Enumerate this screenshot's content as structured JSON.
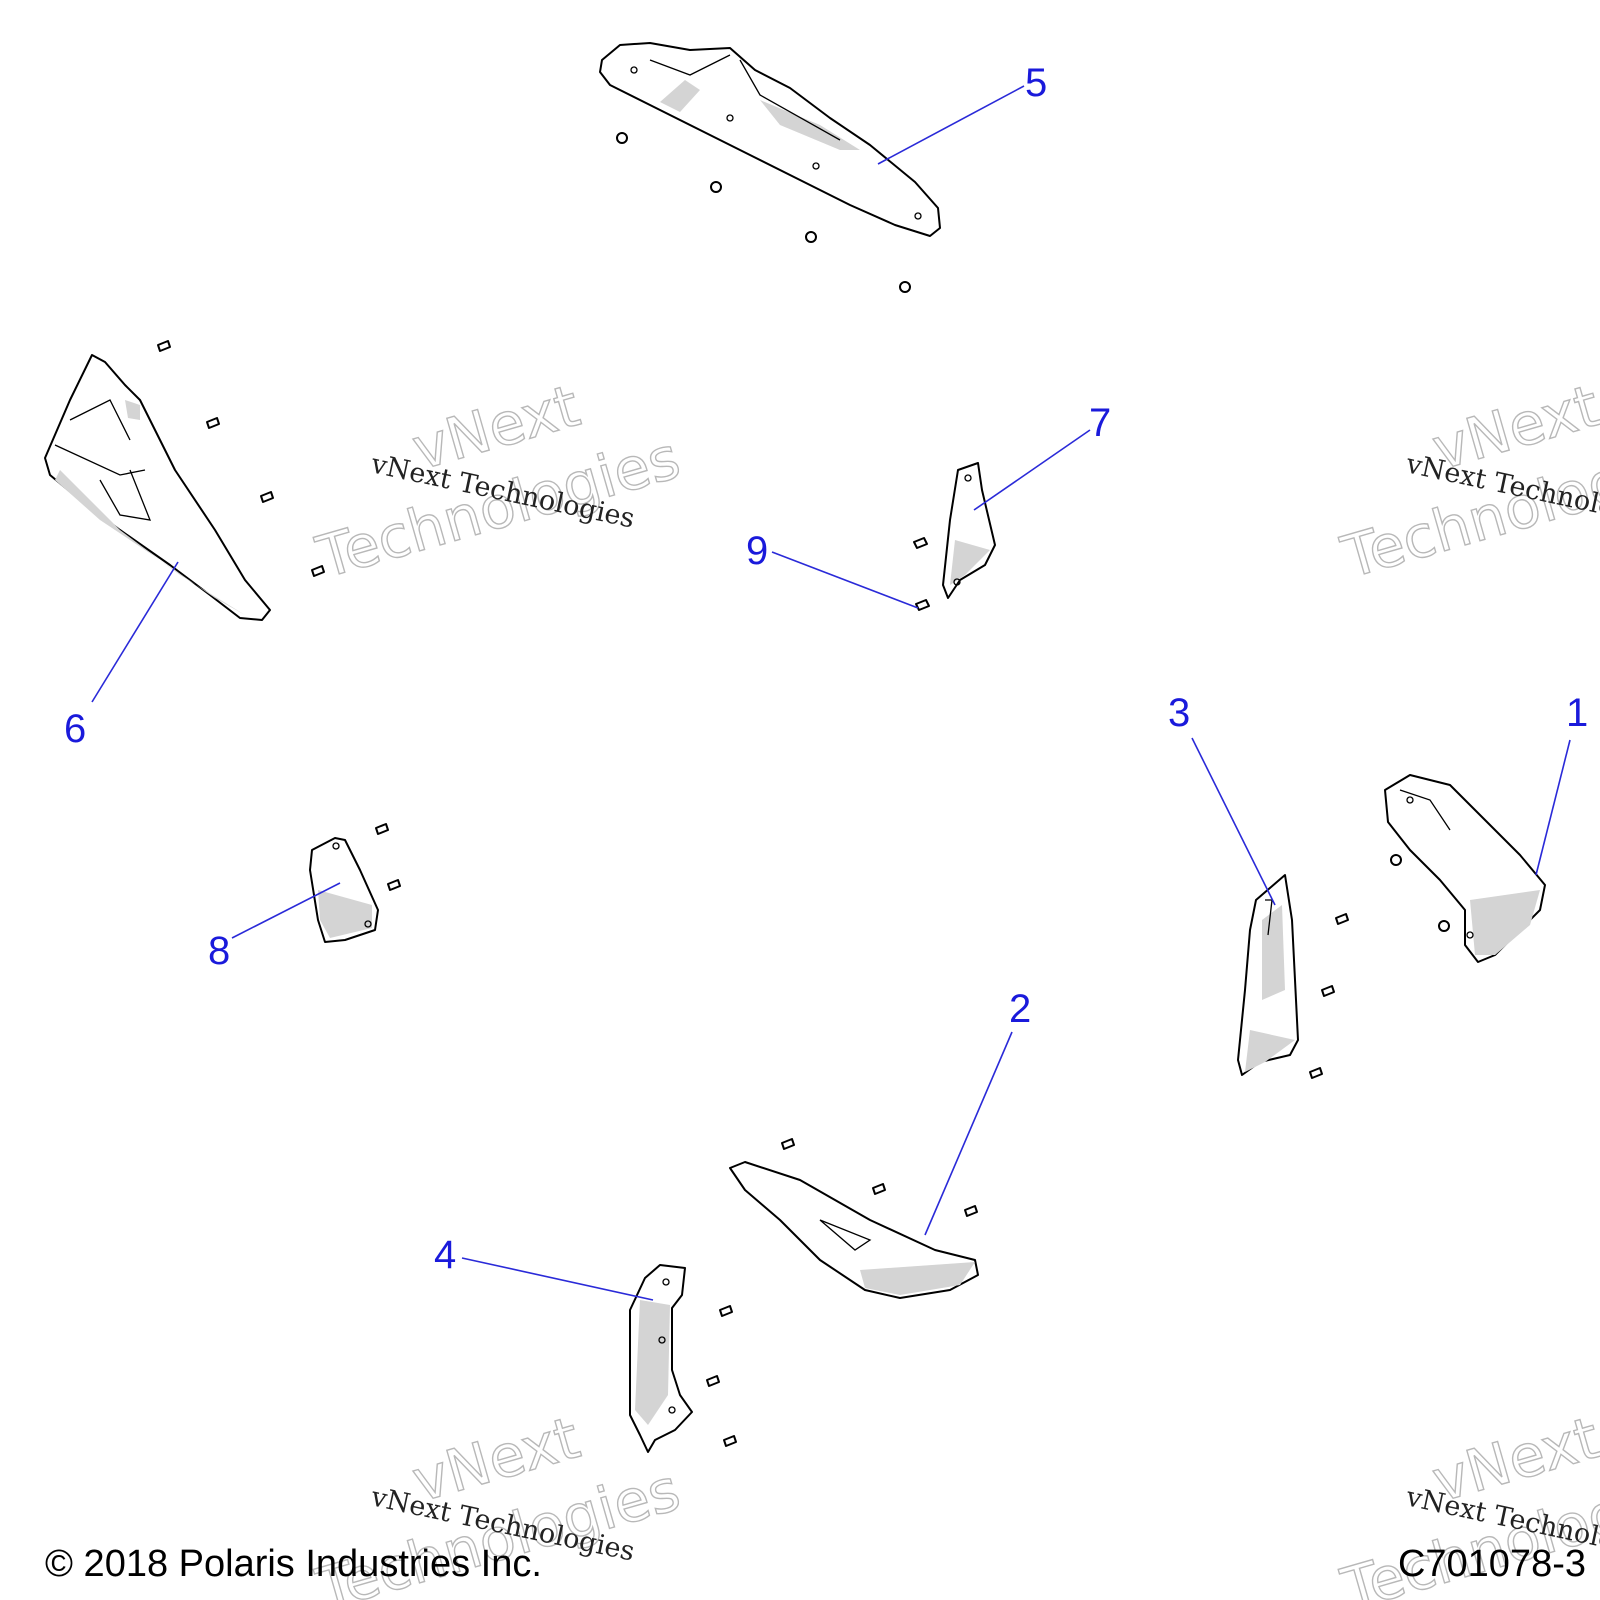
{
  "callouts": [
    {
      "id": "1",
      "label": "1"
    },
    {
      "id": "2",
      "label": "2"
    },
    {
      "id": "3",
      "label": "3"
    },
    {
      "id": "4",
      "label": "4"
    },
    {
      "id": "5",
      "label": "5"
    },
    {
      "id": "6",
      "label": "6"
    },
    {
      "id": "7",
      "label": "7"
    },
    {
      "id": "8",
      "label": "8"
    },
    {
      "id": "9",
      "label": "9"
    }
  ],
  "watermark": {
    "line1": "vNext Technologies",
    "line2": "vNext",
    "line3": "Technologies"
  },
  "footer": {
    "copyright": "© 2018 Polaris Industries Inc.",
    "diagram_code": "C701078-3"
  },
  "colors": {
    "callout": "#1a1adb",
    "part_shade": "#d4d4d4"
  }
}
